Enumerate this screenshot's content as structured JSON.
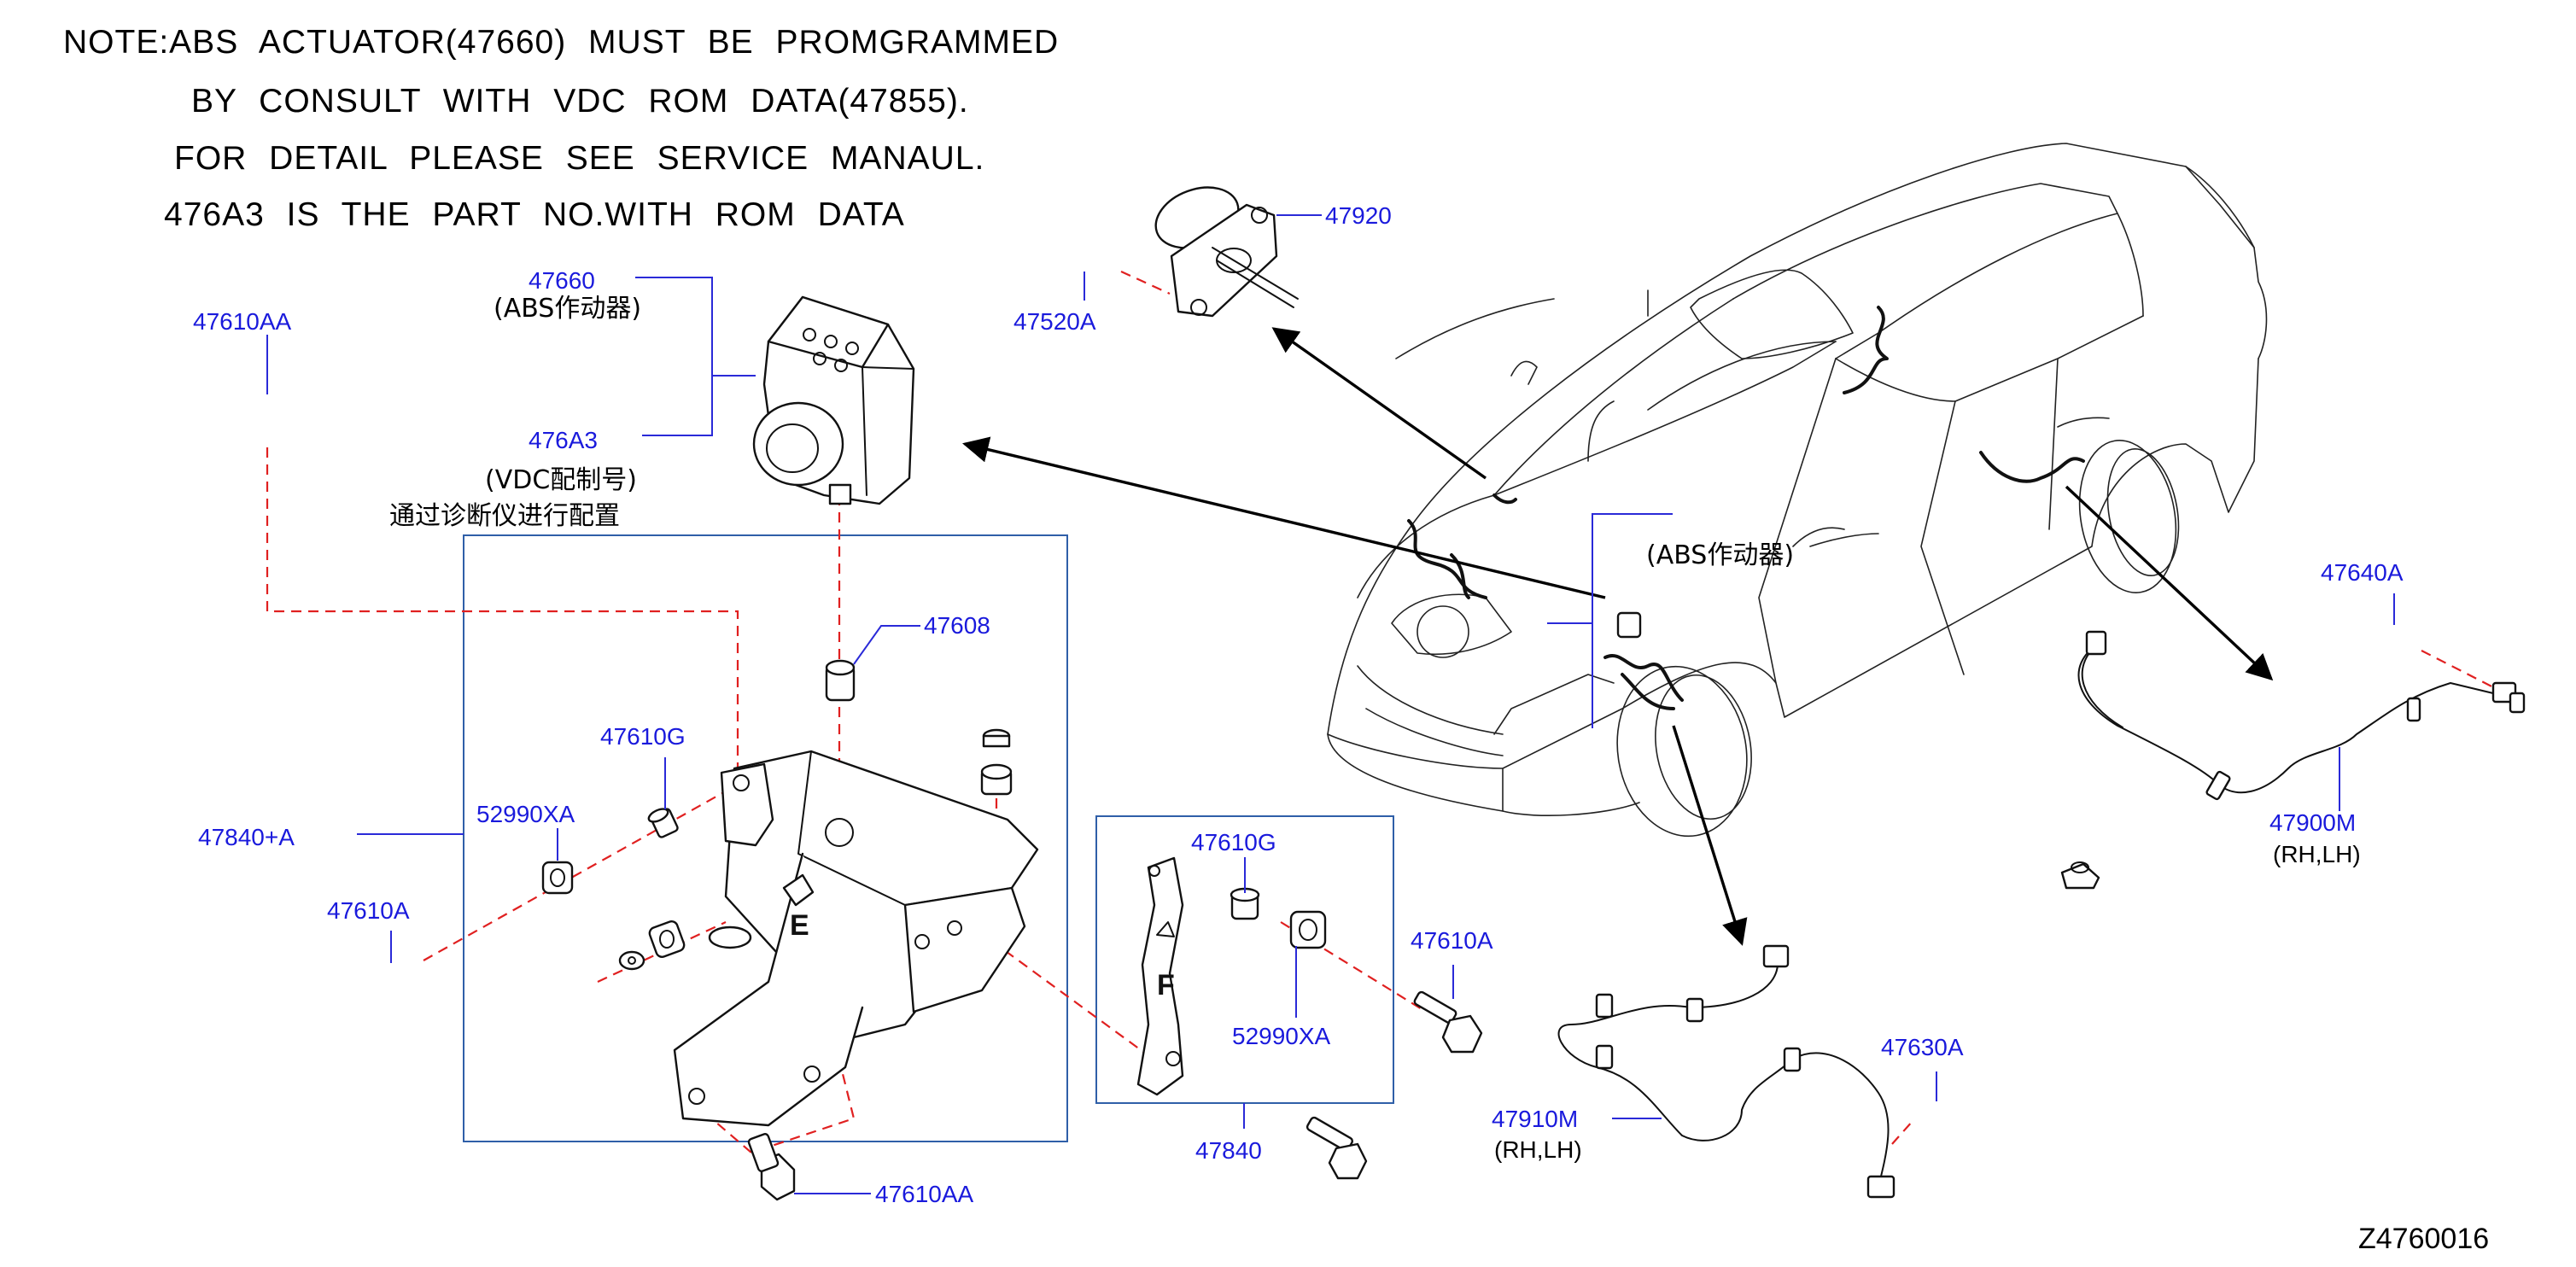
{
  "note": {
    "lines": [
      "NOTE:ABS ACTUATOR(47660) MUST BE PROMGRAMMED",
      "BY CONSULT WITH VDC ROM DATA(47855).",
      "FOR DETAIL PLEASE SEE SERVICE MANAUL.",
      "476A3 IS THE PART NO.WITH ROM DATA"
    ]
  },
  "labels": {
    "p47660": "47660",
    "p47660_sub": "(ABS作动器)",
    "p476A3": "476A3",
    "p476A3_sub": "(VDC配制号)",
    "p476A3_sub2": "通过诊断仪进行配置",
    "p47610AA_top": "47610AA",
    "p47920": "47920",
    "p47520A": "47520A",
    "p47608": "47608",
    "p47610G_left": "47610G",
    "p52990XA_left": "52990XA",
    "p47840A": "47840+A",
    "p47610A_left": "47610A",
    "p47610AA_bottom": "47610AA",
    "p47610G_right": "47610G",
    "p52990XA_right": "52990XA",
    "p47610A_right": "47610A",
    "p47840": "47840",
    "p47910M": "47910M",
    "p47910M_sub": "(RH,LH)",
    "p47630A": "47630A",
    "p47640A": "47640A",
    "p47900M": "47900M",
    "p47900M_sub": "(RH,LH)",
    "car_abs": "(ABS作动器)"
  },
  "bracket_marks": {
    "left": "E",
    "right": "F"
  },
  "diagram_code": "Z4760016",
  "colors": {
    "label_blue": "#1a1adc",
    "leader_blue": "#2a2ad8",
    "box_blue": "#2f5fa8",
    "dashed_red": "#e02020",
    "line_black": "#111111"
  }
}
